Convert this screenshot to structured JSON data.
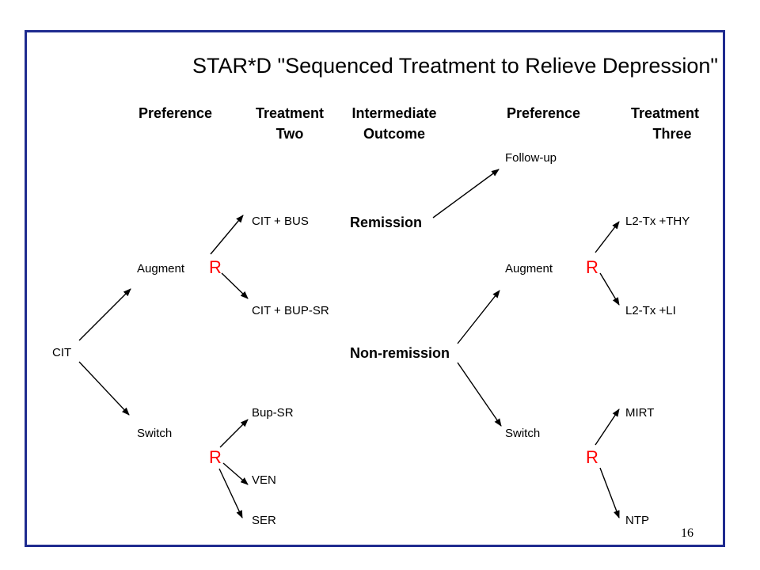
{
  "title": "STAR*D \"Sequenced Treatment to Relieve Depression\"",
  "headers": {
    "preference_1": "Preference",
    "treatment_two_line1": "Treatment",
    "treatment_two_line2": "Two",
    "intermediate_line1": "Intermediate",
    "intermediate_line2": "Outcome",
    "preference_2": "Preference",
    "treatment_three_line1": "Treatment",
    "treatment_three_line2": "Three"
  },
  "nodes": {
    "cit": "CIT",
    "augment_1": "Augment",
    "switch_1": "Switch",
    "cit_bus": "CIT + BUS",
    "cit_bupsr": "CIT + BUP-SR",
    "bupsr": "Bup-SR",
    "ven": "VEN",
    "ser": "SER",
    "remission": "Remission",
    "nonremission": "Non-remission",
    "followup": "Follow-up",
    "augment_2": "Augment",
    "switch_2": "Switch",
    "l2tx_thy": "L2-Tx +THY",
    "l2tx_li": "L2-Tx +LI",
    "mirt": "MIRT",
    "ntp": "NTP",
    "randomize_symbol": "R"
  },
  "page_number": "16",
  "colors": {
    "frame": "#1f2b8f",
    "randomize": "#ff0000",
    "text": "#000000"
  }
}
